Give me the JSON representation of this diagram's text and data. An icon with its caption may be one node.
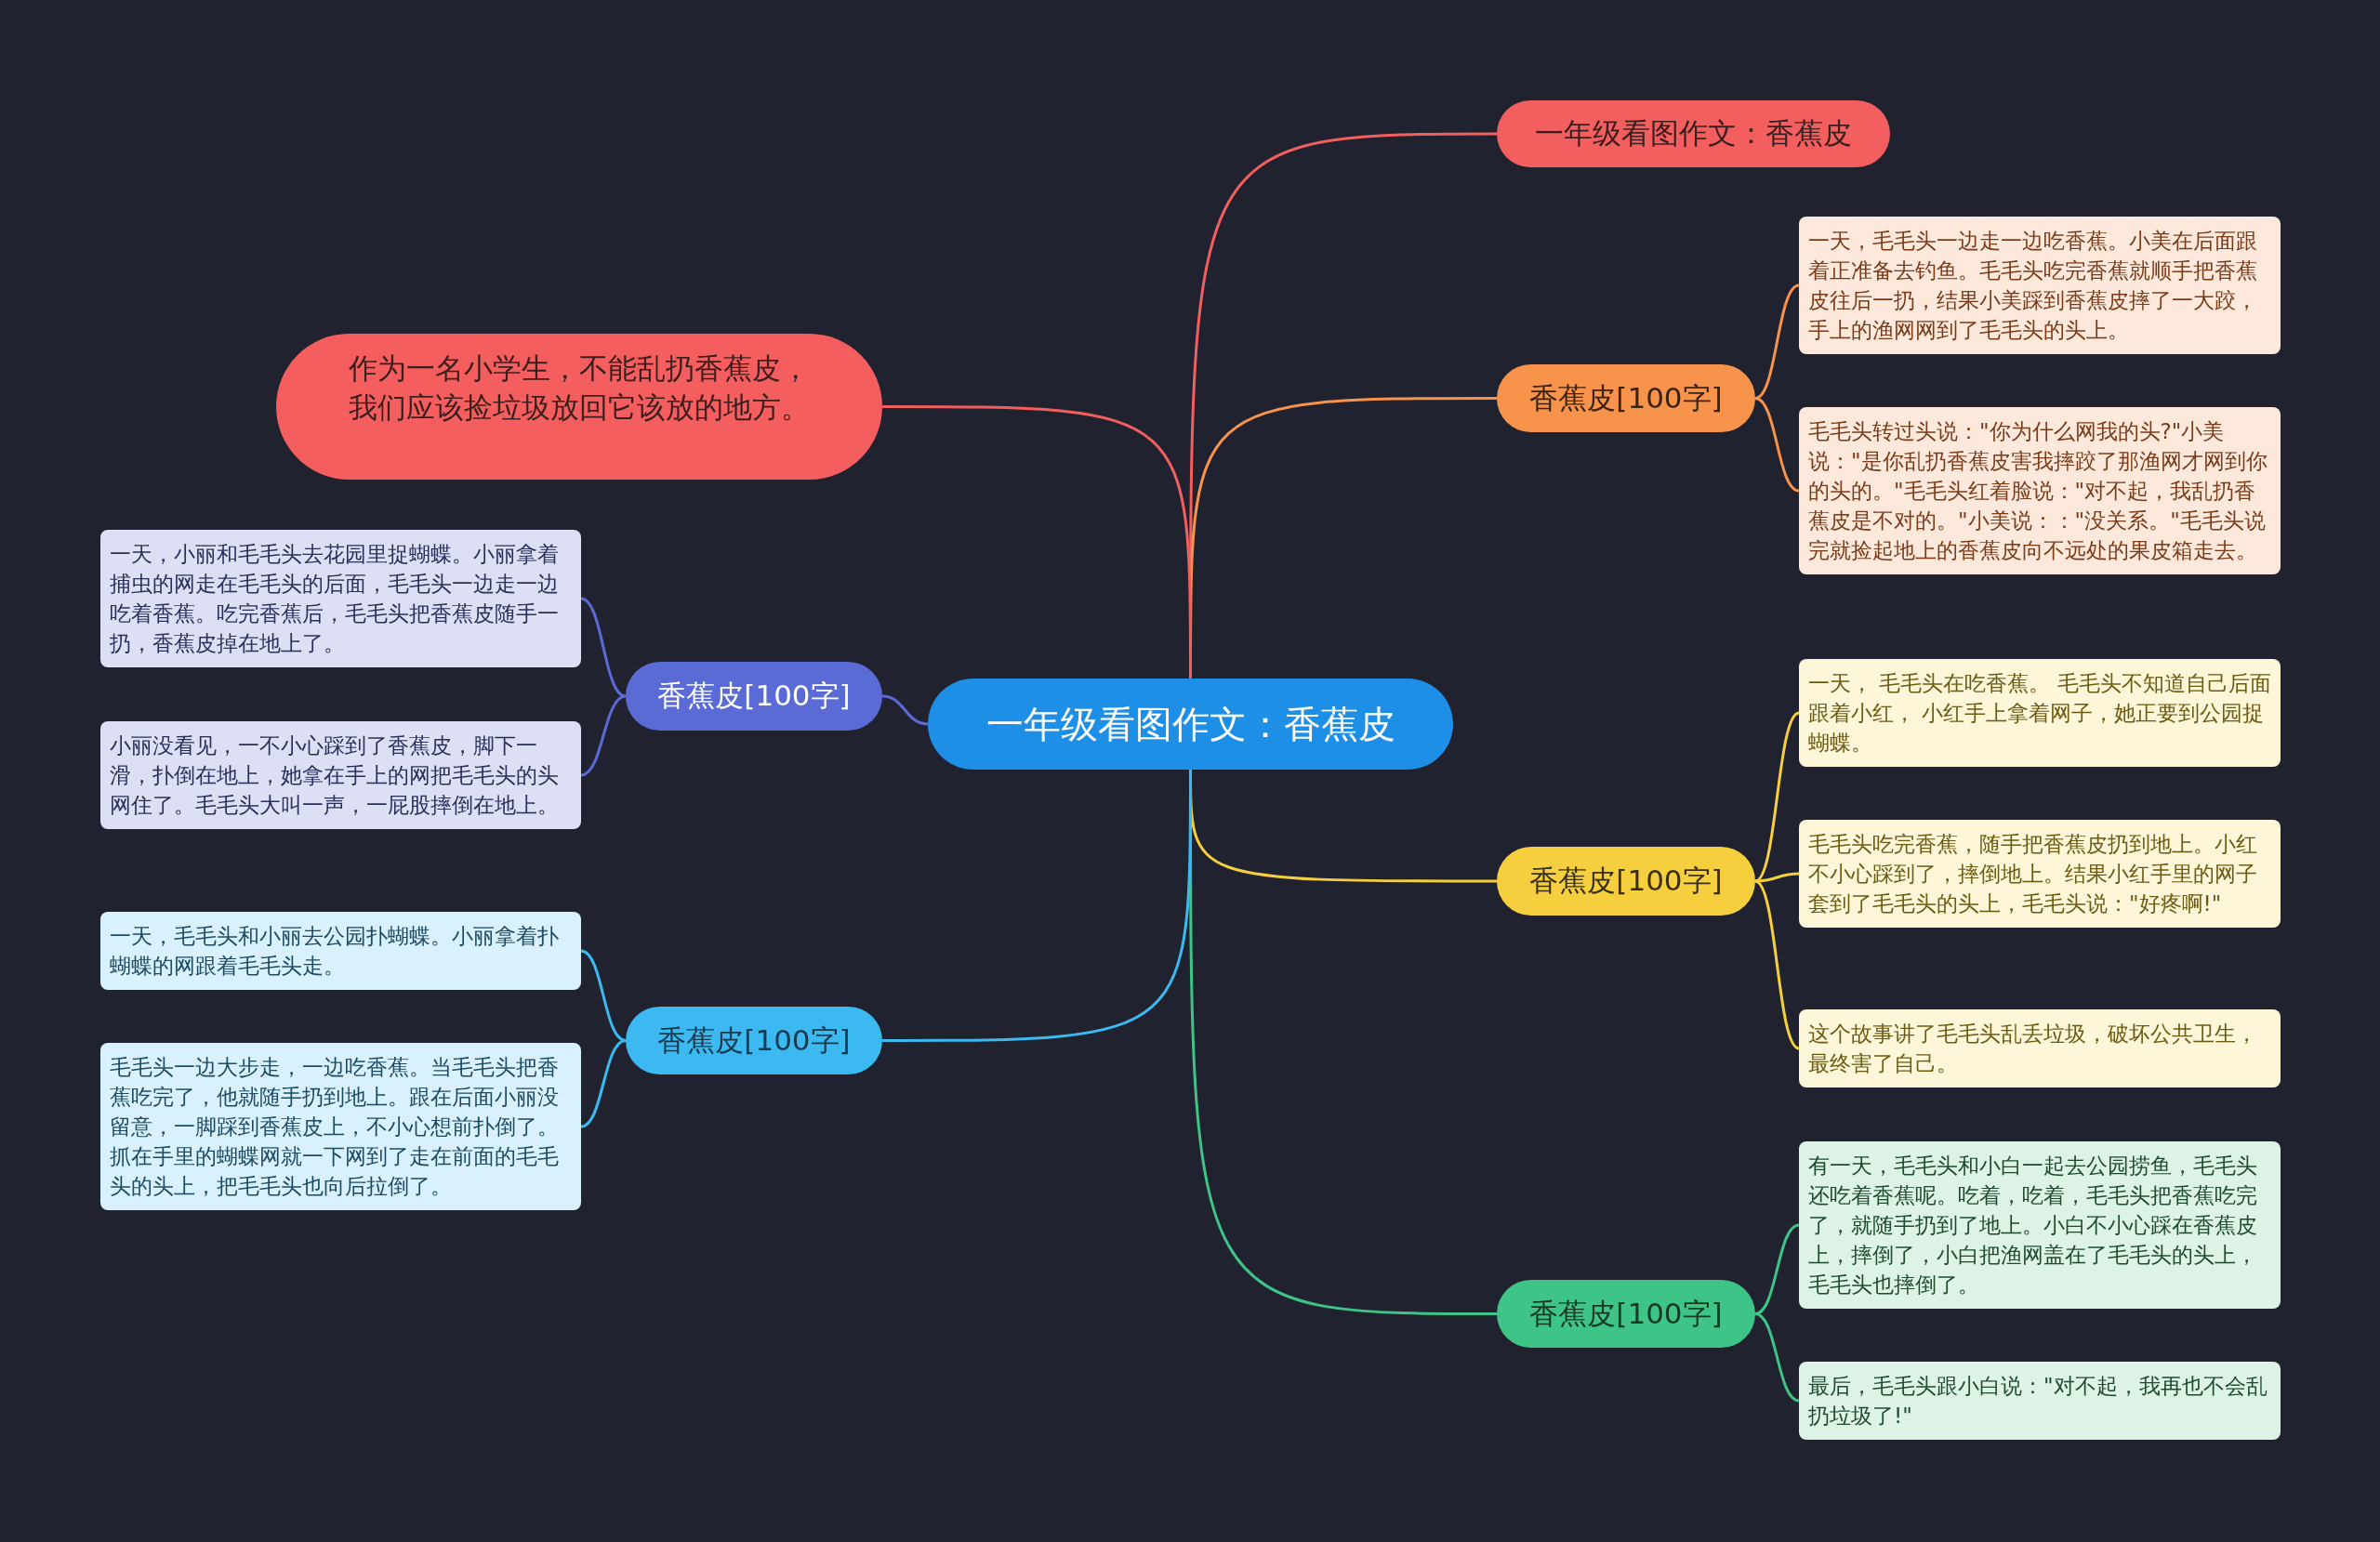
{
  "diagram": {
    "nodes": [
      {
        "text": [
          "一年级看图作文：香蕉皮"
        ]
      },
      {
        "text": [
          "一年级看图作文：香蕉皮"
        ]
      },
      {
        "text": [
          "香蕉皮[100字]"
        ]
      },
      {
        "text": [
          "一天，毛毛头一边走一边吃香蕉。小美在后面跟着正准备去钓鱼。毛毛头吃完香蕉就顺手把香蕉皮往后一扔，结果小美踩到香蕉皮摔了一大跤，手上的渔网网到了毛毛头的头上。"
        ]
      },
      {
        "text": [
          "毛毛头转过头说：\"你为什么网我的头?\"小美说：\"是你乱扔香蕉皮害我摔跤了那渔网才网到你的头的。\"毛毛头红着脸说：\"对不起，我乱扔香蕉皮是不对的。\"小美说：：\"没关系。\"毛毛头说完就捡起地上的香蕉皮向不远处的果皮箱走去。"
        ]
      },
      {
        "text": [
          "香蕉皮[100字]"
        ]
      },
      {
        "text": [
          "一天， 毛毛头在吃香蕉。 毛毛头不知道自己后面跟着小红， 小红手上拿着网子，她正要到公园捉蝴蝶。"
        ]
      },
      {
        "text": [
          "毛毛头吃完香蕉，随手把香蕉皮扔到地上。小红不小心踩到了，摔倒地上。结果小红手里的网子套到了毛毛头的头上，毛毛头说：\"好疼啊!\""
        ]
      },
      {
        "text": [
          "这个故事讲了毛毛头乱丢垃圾，破坏公共卫生，最终害了自己。"
        ]
      },
      {
        "text": [
          "香蕉皮[100字]"
        ]
      },
      {
        "text": [
          "有一天，毛毛头和小白一起去公园捞鱼，毛毛头还吃着香蕉呢。吃着，吃着，毛毛头把香蕉吃完了，就随手扔到了地上。小白不小心踩在香蕉皮上，摔倒了，小白把渔网盖在了毛毛头的头上，毛毛头也摔倒了。"
        ]
      },
      {
        "text": [
          "最后，毛毛头跟小白说：\"对不起，我再也不会乱扔垃圾了!\""
        ]
      },
      {
        "text": [
          "作为一名小学生，不能乱扔香蕉皮，我们应该捡垃圾放回它该放的地方。"
        ]
      },
      {
        "text": [
          "香蕉皮[100字]"
        ]
      },
      {
        "text": [
          "一天，小丽和毛毛头去花园里捉蝴蝶。小丽拿着捕虫的网走在毛毛头的后面，毛毛头一边走一边吃着香蕉。吃完香蕉后，毛毛头把香蕉皮随手一扔，香蕉皮掉在地上了。"
        ]
      },
      {
        "text": [
          "小丽没看见，一不小心踩到了香蕉皮，脚下一滑，扑倒在地上，她拿在手上的网把毛毛头的头网住了。毛毛头大叫一声，一屁股摔倒在地上。"
        ]
      },
      {
        "text": [
          "香蕉皮[100字]"
        ]
      },
      {
        "text": [
          "一天，毛毛头和小丽去公园扑蝴蝶。小丽拿着扑蝴蝶的网跟着毛毛头走。"
        ]
      },
      {
        "text": [
          "毛毛头一边大步走，一边吃香蕉。当毛毛头把香蕉吃完了，他就随手扔到地上。跟在后面小丽没留意，一脚踩到香蕉皮上，不小心想前扑倒了。抓在手里的蝴蝶网就一下网到了走在前面的毛毛头的头上，把毛毛头也向后拉倒了。"
        ]
      }
    ],
    "edges": [
      {
        "from": 0,
        "to": 1,
        "arrow": "none",
        "color": "#f35f5f"
      },
      {
        "from": 0,
        "to": 2,
        "arrow": "none",
        "color": "#f7934a"
      },
      {
        "from": 2,
        "to": 3,
        "arrow": "none",
        "color": "#f7934a"
      },
      {
        "from": 2,
        "to": 4,
        "arrow": "none",
        "color": "#f7934a"
      },
      {
        "from": 0,
        "to": 5,
        "arrow": "none",
        "color": "#f5cf3e"
      },
      {
        "from": 5,
        "to": 6,
        "arrow": "none",
        "color": "#f5cf3e"
      },
      {
        "from": 5,
        "to": 7,
        "arrow": "none",
        "color": "#f5cf3e"
      },
      {
        "from": 5,
        "to": 8,
        "arrow": "none",
        "color": "#f5cf3e"
      },
      {
        "from": 0,
        "to": 9,
        "arrow": "none",
        "color": "#3ec486"
      },
      {
        "from": 9,
        "to": 10,
        "arrow": "none",
        "color": "#3ec486"
      },
      {
        "from": 9,
        "to": 11,
        "arrow": "none",
        "color": "#3ec486"
      },
      {
        "from": 0,
        "to": 12,
        "arrow": "none",
        "color": "#f35f5f"
      },
      {
        "from": 0,
        "to": 13,
        "arrow": "none",
        "color": "#5b6bd6"
      },
      {
        "from": 13,
        "to": 14,
        "arrow": "none",
        "color": "#5b6bd6"
      },
      {
        "from": 13,
        "to": 15,
        "arrow": "none",
        "color": "#5b6bd6"
      },
      {
        "from": 0,
        "to": 16,
        "arrow": "none",
        "color": "#3bb9f0"
      },
      {
        "from": 16,
        "to": 17,
        "arrow": "none",
        "color": "#3bb9f0"
      },
      {
        "from": 16,
        "to": 18,
        "arrow": "none",
        "color": "#3bb9f0"
      }
    ]
  }
}
